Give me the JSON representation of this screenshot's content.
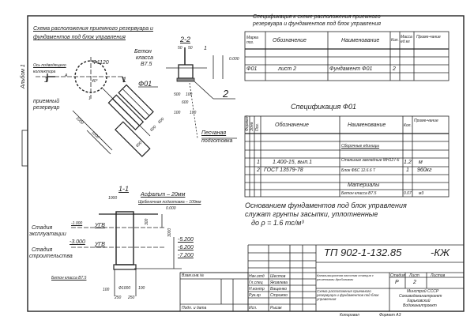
{
  "sheet": {
    "album": "Альбом 1",
    "copied": "Копировал",
    "format": "Формат А3"
  },
  "plan": {
    "title_line1": "Схема расположения приемного резервуара и",
    "title_line2": "фундаментов под блок управления",
    "axis_label_1": "Ось подводящего",
    "axis_label_2": "коллектора",
    "axis_marker_a": "А",
    "axis_marker_1": "1",
    "tank_label_1": "приемный",
    "tank_label_2": "резервуар",
    "diameter": "Ф1120",
    "angle": "40°",
    "foundation_mark": "Ф01",
    "section_mark": "1",
    "dims": [
      "1000",
      "1200",
      "600",
      "600",
      "600"
    ]
  },
  "section22": {
    "title": "2-2",
    "concrete_1": "Бетон",
    "concrete_2": "класса",
    "concrete_3": "B7.5",
    "dims_top": [
      "50",
      "50"
    ],
    "dims_bottom": [
      "500",
      "100",
      "600",
      "100",
      "100"
    ],
    "callout_1": "1",
    "callout_2": "2",
    "bedding_1": "Песчаная",
    "bedding_2": "подготовка",
    "elev": "0.000"
  },
  "spec_top": {
    "title_1": "Спецификация к схеме расположения приемного",
    "title_2": "резервуара и фундаментов под блок управления",
    "headers": [
      "Марка поз.",
      "Обозначение",
      "Наименование",
      "Кол.",
      "Масса ед.кг",
      "Приме-чание"
    ],
    "rows": [
      [
        "Ф01",
        "лист 2",
        "Фундамент Ф01",
        "2",
        "",
        ""
      ]
    ]
  },
  "spec_f01": {
    "title": "Спецификация Ф01",
    "headers": [
      "Формат",
      "Зона",
      "Поз.",
      "Обозначение",
      "Наименование",
      "Кол.",
      "Приме-чание"
    ],
    "section_assembly": "Сборочные единицы",
    "rows": [
      [
        "1",
        "1.400-15, вып.1",
        "Стальные закладные МН127-6",
        "1.2",
        "м"
      ],
      [
        "2",
        "ГОСТ 13579-78",
        "Блок ФБС 12.6.6 Т",
        "1",
        "960кг"
      ]
    ],
    "section_materials": "Материалы",
    "material_row": [
      "Бетон класса B7.5",
      "0.07",
      "м3"
    ]
  },
  "note": {
    "line1": "Основанием фундаментов под блок управления",
    "line2": "служат грунты засыпки, уплотненные",
    "line3": "до ρ = 1.6 тс/м³"
  },
  "section11": {
    "title": "1-1",
    "asphalt": "Асфальт – 20мм",
    "gravel": "Щебеночная подготовка – 100мм",
    "elev0": "0.000",
    "stage_op_1": "Стадия",
    "stage_op_2": "эксплуатации",
    "stage_con_1": "Стадия",
    "stage_con_2": "строительства",
    "lev1": "-1.000",
    "lev2": "-3.000",
    "ugv": "УГВ",
    "e1": "-5.200",
    "e2": "-6.200",
    "e3": "-7.200",
    "concrete": "Бетон класса B7.5",
    "d_top": "1000",
    "d_base": "Ф1000",
    "d1": "250",
    "d2": "250",
    "d3": "100",
    "d4": "100",
    "d5": "300",
    "d6": "3000",
    "d7": "1000"
  },
  "title_block": {
    "code": "ТП 902-1-132.85",
    "suffix": "-КЖ",
    "stage_h": "Стадия",
    "sheet_h": "Лист",
    "sheets_h": "Листов",
    "stage": "Р",
    "sheet": "2",
    "desc_top": "Канализационная насосная станция с решетками-дробилками",
    "sheet_title": "Схема расположения приемного резервуара и фундаментов под блок управления",
    "org_1": "Минстрой СССР",
    "org_2": "Союзводоканалпроект",
    "org_3": "Харьковский",
    "org_4": "Водоканалпроект",
    "roles": [
      "Нач.отд",
      "Гл.спец",
      "Н.контр",
      "Рук.гр",
      "Исп."
    ],
    "names": [
      "Шестов",
      "Яковлева",
      "Ващенко",
      "Стрижко",
      "Рысак"
    ],
    "left_label": "Взам.инв.№",
    "left_label2": "Подп. и дата"
  }
}
